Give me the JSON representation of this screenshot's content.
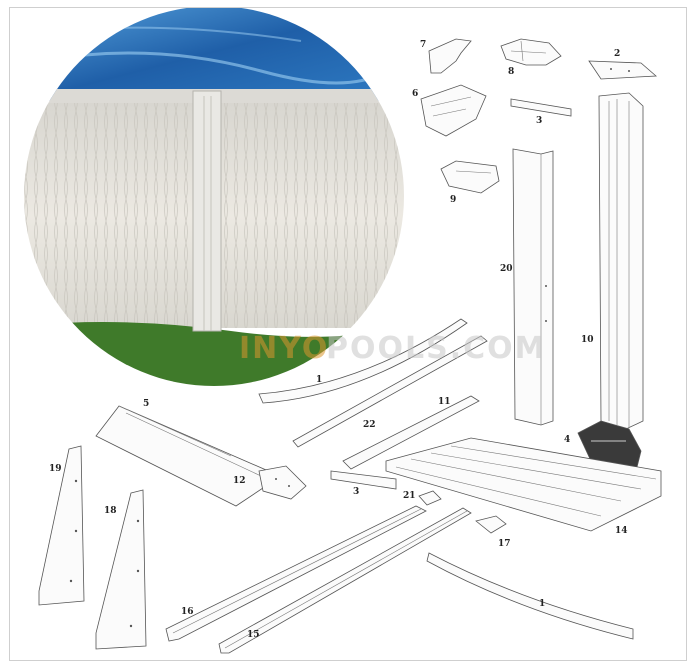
{
  "diagram": {
    "watermark": {
      "brand_part1": "INYO",
      "brand_part2": "POOLS.COM"
    },
    "labels": {
      "part_7": "7",
      "part_8": "8",
      "part_2": "2",
      "part_6": "6",
      "part_3a": "3",
      "part_9": "9",
      "part_20": "20",
      "part_10": "10",
      "part_1a": "1",
      "part_22": "22",
      "part_11": "11",
      "part_5": "5",
      "part_4": "4",
      "part_19": "19",
      "part_12": "12",
      "part_3b": "3",
      "part_21": "21",
      "part_14": "14",
      "part_18": "18",
      "part_17": "17",
      "part_16": "16",
      "part_15": "15",
      "part_1b": "1"
    },
    "colors": {
      "water": "#2a6fb8",
      "wall": "#e4e2dc",
      "grass": "#3f7a2a",
      "watermark_orange": "#d9962e"
    }
  }
}
